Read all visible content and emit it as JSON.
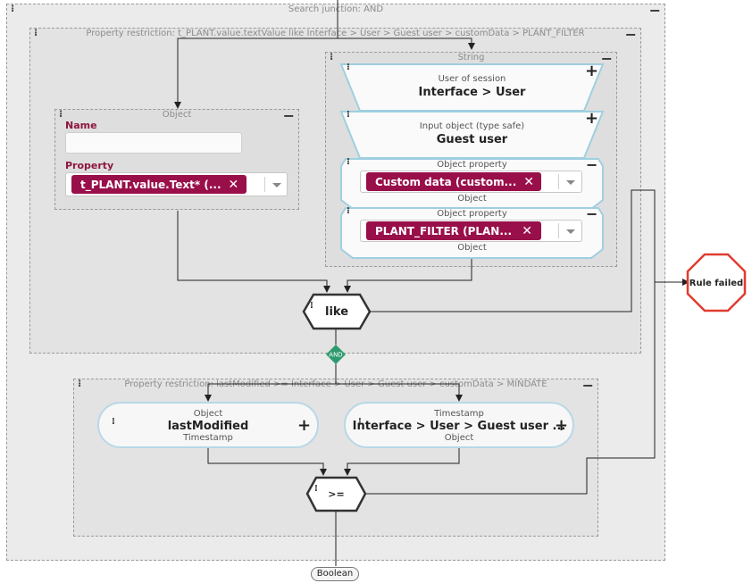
{
  "search_junction": {
    "title": "Search junction: AND"
  },
  "property_restriction_1": {
    "title": "Property restriction: t_PLANT.value.textValue like Interface > User > Guest user > customData > PLANT_FILTER",
    "object_block": {
      "title": "Object",
      "name_label": "Name",
      "name_value": "",
      "property_label": "Property",
      "property_chip": "t_PLANT.value.Text* (..."
    },
    "string_block": {
      "title": "String",
      "items": [
        {
          "caption": "User of session",
          "value": "Interface > User"
        },
        {
          "caption": "Input object (type safe)",
          "value": "Guest user"
        },
        {
          "caption": "Object property",
          "chip": "Custom data (custom...",
          "sub": "Object"
        },
        {
          "caption": "Object property",
          "chip": "PLANT_FILTER (PLAN...",
          "sub": "Object"
        }
      ]
    },
    "operator": "like"
  },
  "junction_badge": "AND",
  "rule_failed": "Rule failed",
  "property_restriction_2": {
    "title": "Property restriction: lastModified >= Interface > User > Guest user > customData > MINDATE",
    "left_node": {
      "caption": "Object",
      "value": "lastModified",
      "sub": "Timestamp"
    },
    "right_node": {
      "caption": "Timestamp",
      "value": "Interface > User > Guest user ...",
      "sub": "Object"
    },
    "operator": ">="
  },
  "result_type": "Boolean",
  "colors": {
    "chip_bg": "#990f4a",
    "label_red": "#8d1640",
    "node_border": "#b8d8e6",
    "rule_failed_border": "#e03c31",
    "and_badge": "#2e9b6e"
  }
}
